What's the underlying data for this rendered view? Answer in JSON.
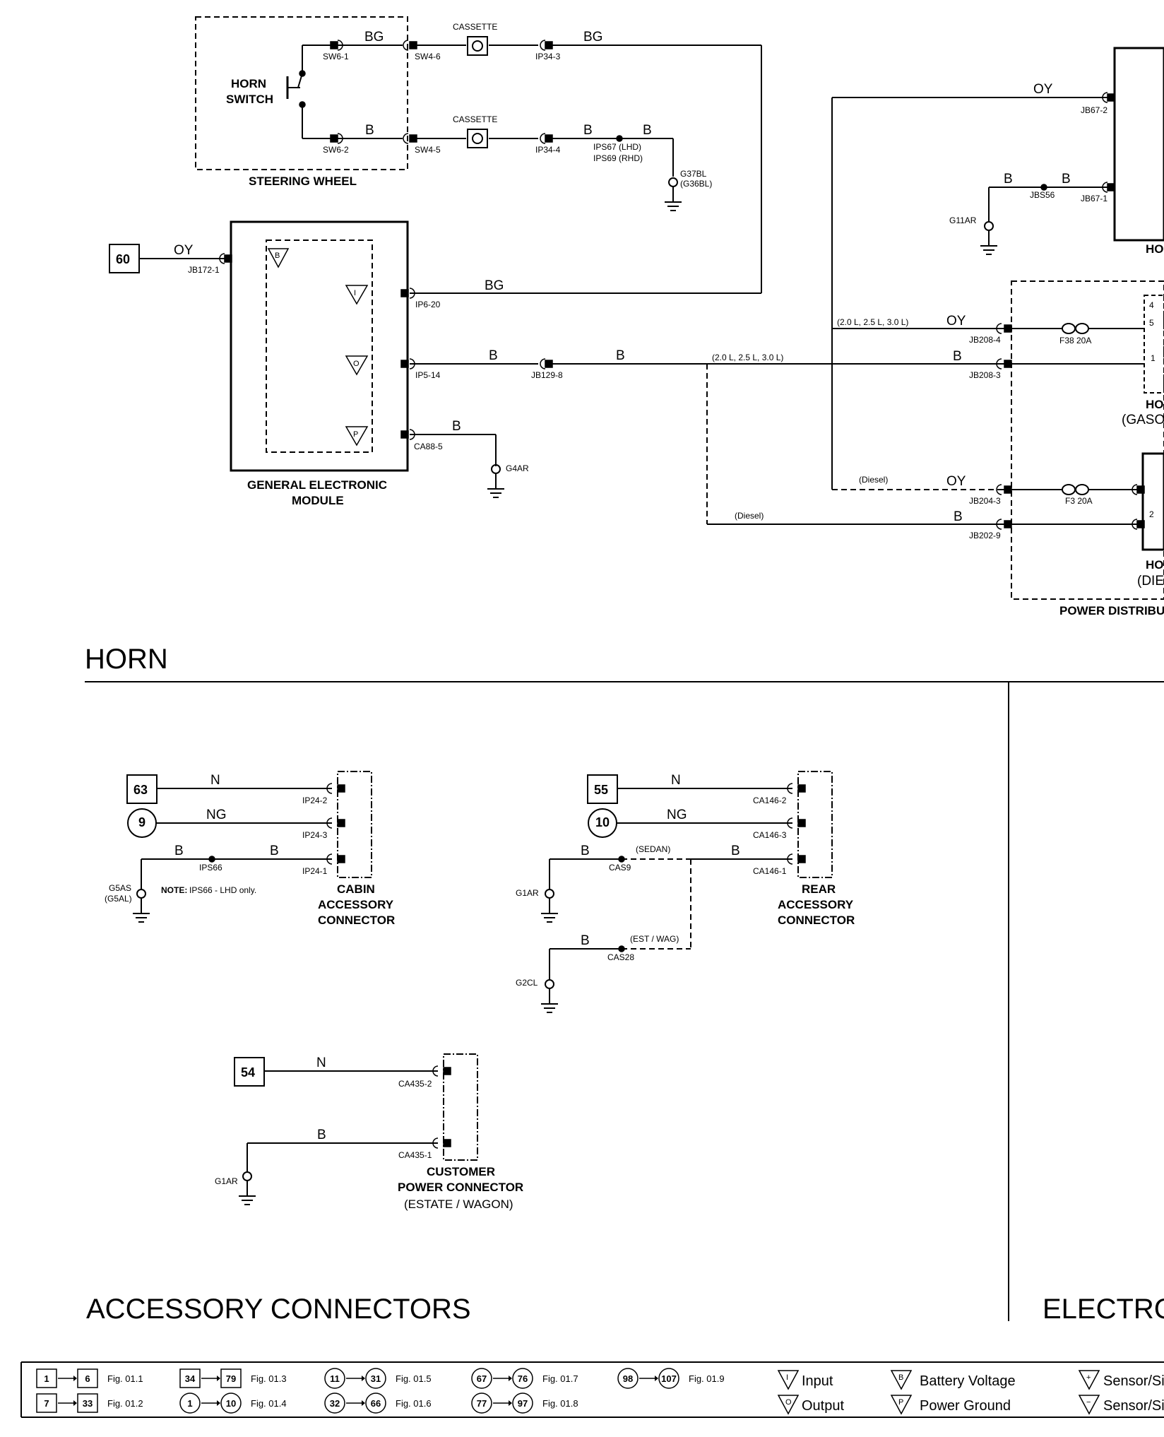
{
  "sections": {
    "horn": "HORN",
    "accessory": "ACCESSORY CONNECTORS",
    "electro": "ELECTRO"
  },
  "steering": {
    "title": "STEERING WHEEL",
    "switch_l1": "HORN",
    "switch_l2": "SWITCH",
    "cassette": "CASSETTE",
    "sw6_1": "SW6-1",
    "sw6_2": "SW6-2",
    "sw4_6": "SW4-6",
    "sw4_5": "SW4-5",
    "ip34_3": "IP34-3",
    "ip34_4": "IP34-4",
    "ips67": "IPS67 (LHD)",
    "ips69": "IPS69 (RHD)",
    "g37bl": "G37BL",
    "g36bl": "(G36BL)"
  },
  "gem": {
    "title_l1": "GENERAL ELECTRONIC",
    "title_l2": "MODULE",
    "ref": "60",
    "jb172": "JB172-1",
    "ip6_20": "IP6-20",
    "ip5_14": "IP5-14",
    "jb129": "JB129-8",
    "ca88": "CA88-5",
    "g4ar": "G4AR",
    "sym_b": "B",
    "sym_i": "I",
    "sym_o": "O",
    "sym_p": "P"
  },
  "right": {
    "jb67_2": "JB67-2",
    "jb67_1": "JB67-1",
    "jbs56": "JBS56",
    "g11ar": "G11AR",
    "ho1": "HO",
    "petrol_note": "(2.0 L, 2.5 L, 3.0 L)",
    "diesel": "(Diesel)",
    "jb208_4": "JB208-4",
    "jb208_3": "JB208-3",
    "jb204_3": "JB204-3",
    "jb202_9": "JB202-9",
    "f38": "F38 20A",
    "f3": "F3 20A",
    "pin4": "4",
    "pin5": "5",
    "pin1": "1",
    "pin2": "2",
    "ho2": "HO",
    "gaso": "(GASOI",
    "ho3": "HO",
    "dies": "(DIES",
    "pdb": "POWER DISTRIBU"
  },
  "wires": {
    "bg": "BG",
    "b": "B",
    "oy": "OY",
    "n": "N",
    "ng": "NG"
  },
  "cabin": {
    "ref": "63",
    "ref2": "9",
    "ip24_2": "IP24-2",
    "ip24_3": "IP24-3",
    "ip24_1": "IP24-1",
    "ips66": "IPS66",
    "g5as": "G5AS",
    "g5al": "(G5AL)",
    "note_bold": "NOTE:",
    "note": "IPS66 - LHD only.",
    "title_l1": "CABIN",
    "title_l2": "ACCESSORY",
    "title_l3": "CONNECTOR"
  },
  "rear": {
    "ref": "55",
    "ref2": "10",
    "ca146_2": "CA146-2",
    "ca146_3": "CA146-3",
    "ca146_1": "CA146-1",
    "cas9": "CAS9",
    "cas28": "CAS28",
    "sedan": "(SEDAN)",
    "estwag": "(EST / WAG)",
    "g1ar": "G1AR",
    "g2cl": "G2CL",
    "title_l1": "REAR",
    "title_l2": "ACCESSORY",
    "title_l3": "CONNECTOR"
  },
  "customer": {
    "ref": "54",
    "ca435_2": "CA435-2",
    "ca435_1": "CA435-1",
    "g1ar": "G1AR",
    "title_l1": "CUSTOMER",
    "title_l2": "POWER CONNECTOR",
    "title_l3": "(ESTATE / WAGON)"
  },
  "legend": {
    "items": [
      {
        "a": "1",
        "b": "6",
        "fig": "Fig. 01.1"
      },
      {
        "a": "7",
        "b": "33",
        "fig": "Fig. 01.2"
      },
      {
        "a": "34",
        "b": "79",
        "fig": "Fig. 01.3"
      },
      {
        "a": "1",
        "b": "10",
        "fig": "Fig. 01.4"
      },
      {
        "a": "11",
        "b": "31",
        "fig": "Fig. 01.5"
      },
      {
        "a": "32",
        "b": "66",
        "fig": "Fig. 01.6"
      },
      {
        "a": "67",
        "b": "76",
        "fig": "Fig. 01.7"
      },
      {
        "a": "77",
        "b": "97",
        "fig": "Fig. 01.8"
      },
      {
        "a": "98",
        "b": "107",
        "fig": "Fig. 01.9"
      }
    ],
    "input": "Input",
    "output": "Output",
    "battery": "Battery Voltage",
    "ground": "Power Ground",
    "sensor1": "Sensor/Si",
    "sensor2": "Sensor/Si",
    "sym_i": "I",
    "sym_o": "O",
    "sym_b": "B",
    "sym_p": "P",
    "sym_plus": "+",
    "sym_minus": "−"
  }
}
